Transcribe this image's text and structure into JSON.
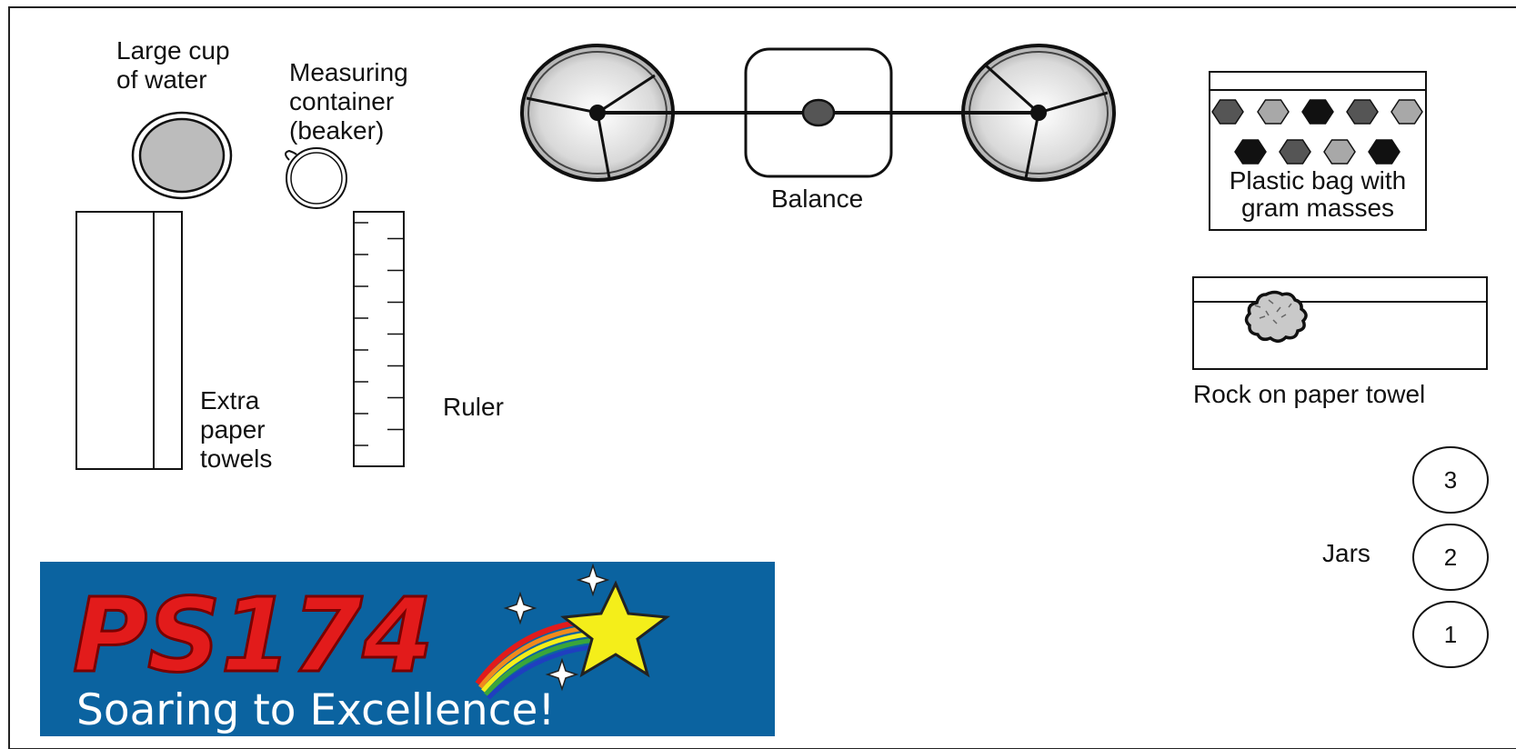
{
  "labels": {
    "cup_line1": "Large cup",
    "cup_line2": "of water",
    "beaker_line1": "Measuring",
    "beaker_line2": "container",
    "beaker_line3": "(beaker)",
    "towels_line1": "Extra",
    "towels_line2": "paper",
    "towels_line3": "towels",
    "ruler": "Ruler",
    "balance": "Balance",
    "bag_line1": "Plastic bag with",
    "bag_line2": "gram masses",
    "rock": "Rock on paper towel",
    "jars": "Jars"
  },
  "jars": [
    "3",
    "2",
    "1"
  ],
  "banner": {
    "title": "PS174",
    "subtitle": "Soaring to Excellence!"
  },
  "colors": {
    "banner_bg": "#0b63a0",
    "banner_title": "#e21b1b",
    "star": "#f4ee1a",
    "water": "#bcbcbc",
    "mass_dark": "#111111",
    "mass_mid": "#555555",
    "mass_light": "#a8a8a8"
  },
  "mass_shades": [
    "mid",
    "light",
    "dark",
    "mid",
    "light",
    "dark",
    "mid",
    "light",
    "dark"
  ]
}
